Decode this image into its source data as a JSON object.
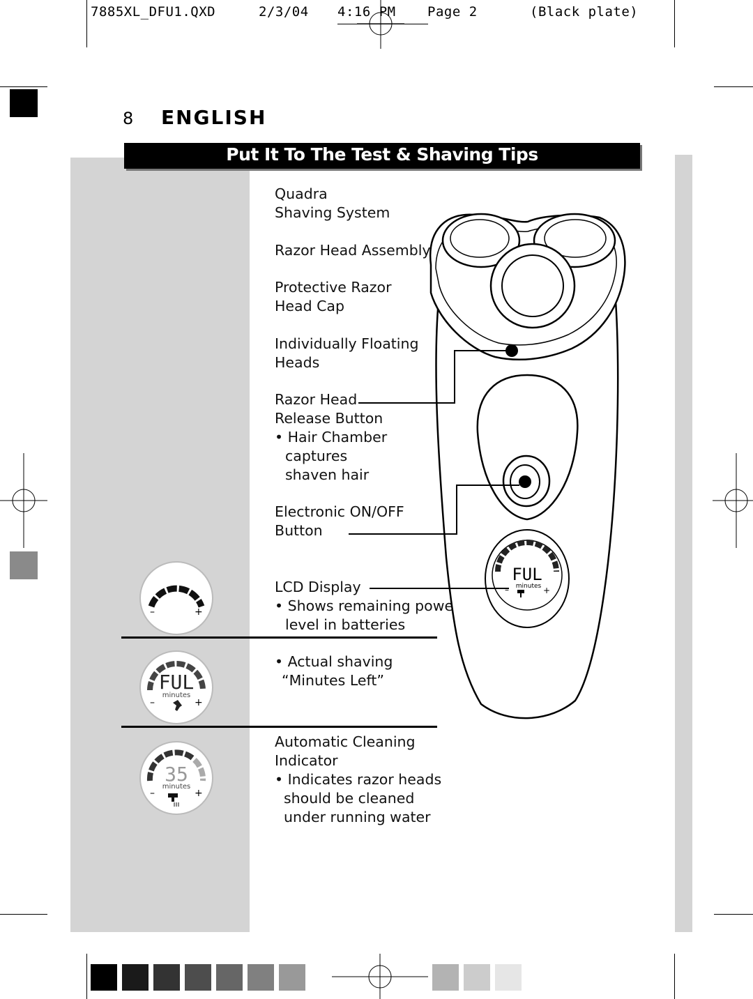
{
  "header_slug": {
    "file": "7885XL_DFU1.QXD",
    "date": "2/3/04",
    "time": "4:16 PM",
    "page": "Page 2",
    "plate": "(Black plate)"
  },
  "page_number": "8",
  "section": "ENGLISH",
  "banner": "Put It To The Test & Shaving Tips",
  "labels": {
    "quadra": "Quadra",
    "shaving_system": "Shaving System",
    "razor_head_assembly": "Razor Head Assembly",
    "protective_razor": "Protective Razor",
    "head_cap": "Head Cap",
    "individually_floating": "Individually Floating",
    "heads": "Heads",
    "razor_head": "Razor Head",
    "release_button": "Release Button",
    "hair_chamber": "• Hair Chamber",
    "captures": "captures",
    "shaven_hair": "shaven hair",
    "electronic_onoff": "Electronic ON/OFF",
    "button": "Button",
    "lcd_display": "LCD Display",
    "shows_remaining": "• Shows remaining power",
    "level_in_batteries": "level in batteries",
    "actual_shaving": "• Actual shaving",
    "minutes_left": "“Minutes Left”",
    "automatic_cleaning": "Automatic Cleaning",
    "indicator": "Indicator",
    "indicates_razor": "• Indicates razor heads",
    "should_be_cleaned": "should be cleaned",
    "under_running_water": "under running water"
  },
  "lcd": {
    "full_text": "FUL",
    "minutes_text": "minutes",
    "count_text": "35",
    "minus": "–",
    "plus": "+"
  },
  "colors": {
    "panel_gray": "#d4d4d4",
    "banner_bg": "#000000",
    "banner_text": "#ffffff",
    "swatches": [
      "#000000",
      "#1a1a1a",
      "#333333",
      "#4d4d4d",
      "#666666",
      "#808080",
      "#999999",
      "#b3b3b3",
      "#cccccc",
      "#e6e6e6"
    ]
  }
}
